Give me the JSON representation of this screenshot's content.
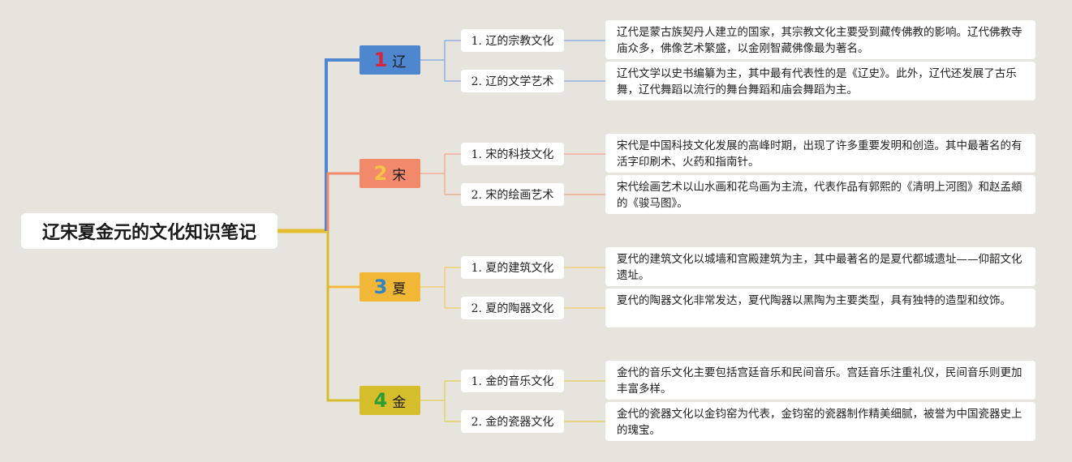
{
  "root": {
    "title": "辽宋夏金元的文化知识笔记"
  },
  "branches": [
    {
      "number": "1",
      "name": "辽",
      "color": "#4f86d0",
      "number_color": "#d4263d",
      "topics": [
        {
          "label": "1. 辽的宗教文化",
          "note": "辽代是蒙古族契丹人建立的国家，其宗教文化主要受到藏传佛教的影响。辽代佛教寺庙众多，佛像艺术繁盛，以金刚智藏佛像最为著名。"
        },
        {
          "label": "2. 辽的文学艺术",
          "note": "辽代文学以史书编纂为主，其中最有代表性的是《辽史》。此外，辽代还发展了古乐舞，辽代舞蹈以流行的舞台舞蹈和庙会舞蹈为主。"
        }
      ]
    },
    {
      "number": "2",
      "name": "宋",
      "color": "#f2896b",
      "number_color": "#f5c444",
      "topics": [
        {
          "label": "1. 宋的科技文化",
          "note": "宋代是中国科技文化发展的高峰时期，出现了许多重要发明和创造。其中最著名的有活字印刷术、火药和指南针。"
        },
        {
          "label": "2. 宋的绘画艺术",
          "note": "宋代绘画艺术以山水画和花鸟画为主流，代表作品有郭熙的《清明上河图》和赵孟頫的《骏马图》。"
        }
      ]
    },
    {
      "number": "3",
      "name": "夏",
      "color": "#f3b738",
      "number_color": "#2f86c7",
      "topics": [
        {
          "label": "1. 夏的建筑文化",
          "note": "夏代的建筑文化以城墙和宫殿建筑为主，其中最著名的是夏代都城遗址——仰韶文化遗址。"
        },
        {
          "label": "2. 夏的陶器文化",
          "note": "夏代的陶器文化非常发达，夏代陶器以黑陶为主要类型，具有独特的造型和纹饰。"
        }
      ]
    },
    {
      "number": "4",
      "name": "金",
      "color": "#d6bd2c",
      "number_color": "#2d9c33",
      "topics": [
        {
          "label": "1. 金的音乐文化",
          "note": "金代的音乐文化主要包括宫廷音乐和民间音乐。宫廷音乐注重礼仪，民间音乐则更加丰富多样。"
        },
        {
          "label": "2. 金的瓷器文化",
          "note": "金代的瓷器文化以金钧窑为代表，金钧窑的瓷器制作精美细腻，被誉为中国瓷器史上的瑰宝。"
        }
      ]
    }
  ],
  "connector_colors": {
    "root": "#e6be2e",
    "topic_lines": [
      "#8db1e3",
      "#f4ad98",
      "#f0cf78",
      "#e3d36c"
    ]
  }
}
